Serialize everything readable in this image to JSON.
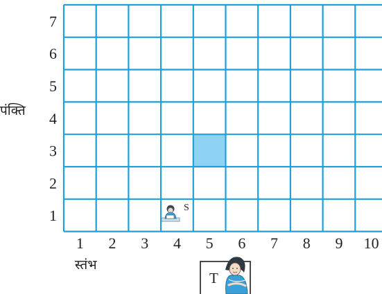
{
  "axis": {
    "row_title": "पंक्ति",
    "column_title": "स्तंभ"
  },
  "rows": [
    "1",
    "2",
    "3",
    "4",
    "5",
    "6",
    "7"
  ],
  "columns": [
    "1",
    "2",
    "3",
    "4",
    "5",
    "6",
    "7",
    "8",
    "9",
    "10"
  ],
  "highlighted_cell": {
    "column": 5,
    "row": 3,
    "color": "#8fd3f4"
  },
  "student": {
    "label": "S",
    "column": 4,
    "row": 1,
    "icon": "student-at-desk-icon"
  },
  "teacher": {
    "label": "T",
    "icon": "teacher-icon"
  },
  "colors": {
    "grid": "#1ea0d8",
    "text": "#231f20"
  }
}
